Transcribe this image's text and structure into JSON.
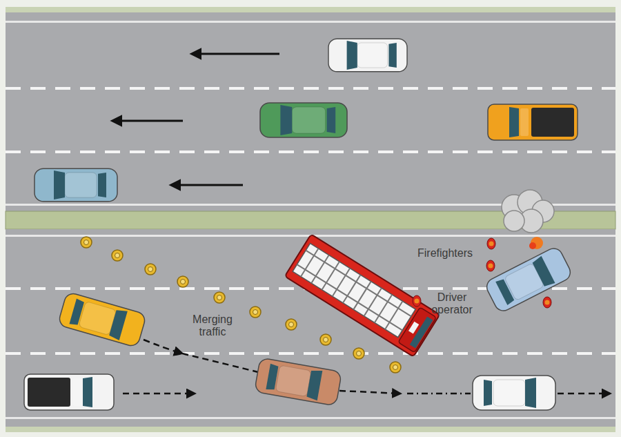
{
  "diagram": {
    "labels": [
      "Firefighters",
      "Driver operator",
      "Merging traffic"
    ]
  }
}
